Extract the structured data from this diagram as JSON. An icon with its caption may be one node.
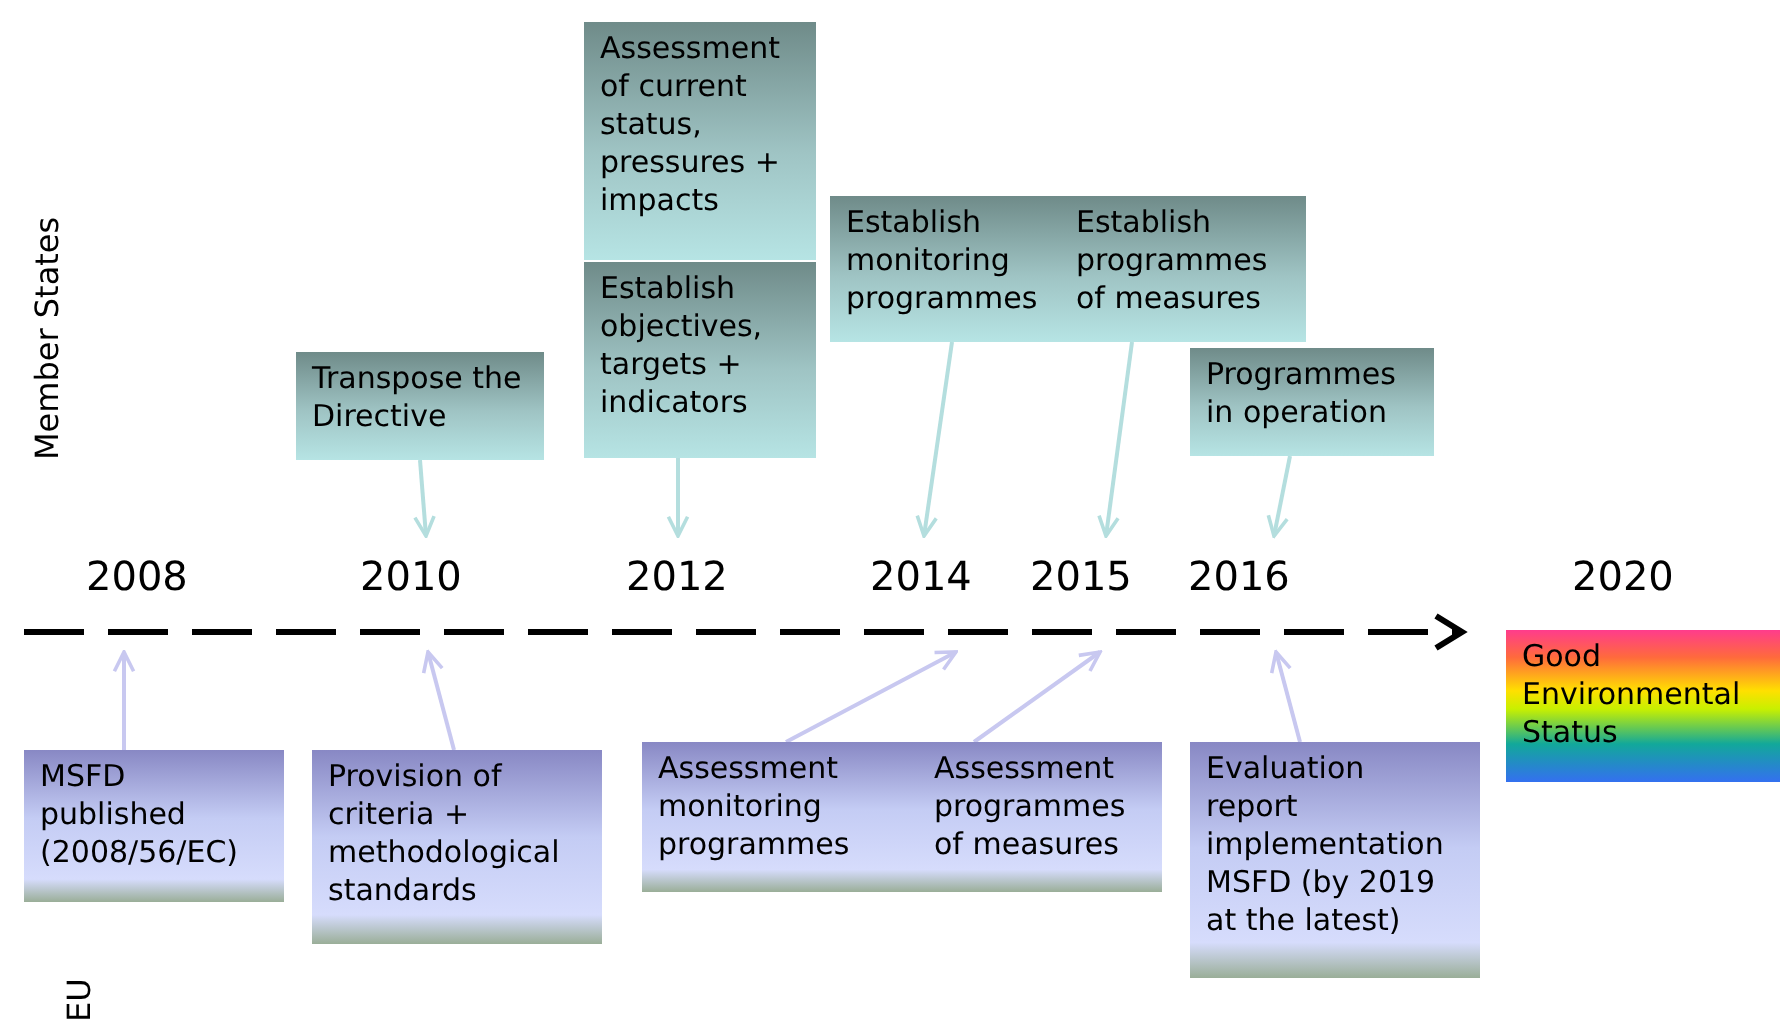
{
  "diagram": {
    "nodes": [
      {
        "text": [
          "Transpose the Directive"
        ]
      },
      {
        "text": [
          "Assessment of current status, pressures + impacts"
        ]
      },
      {
        "text": [
          "Establish objectives, targets + indicators"
        ]
      },
      {
        "text": [
          "Establish monitoring programmes"
        ]
      },
      {
        "text": [
          "Establish programmes of measures"
        ]
      },
      {
        "text": [
          "Programmes in operation"
        ]
      },
      {
        "text": [
          "2008"
        ]
      },
      {
        "text": [
          "2010"
        ]
      },
      {
        "text": [
          "2012"
        ]
      },
      {
        "text": [
          "2014"
        ]
      },
      {
        "text": [
          "2015"
        ]
      },
      {
        "text": [
          "2016"
        ]
      },
      {
        "text": [
          "2020"
        ]
      },
      {
        "text": [],
        "shape": "arrow"
      },
      {
        "text": [
          "Good Environmental Status"
        ]
      },
      {
        "text": [
          "MSFD published (2008/56/EC)"
        ]
      },
      {
        "text": [
          "Provision of criteria + methodological standards"
        ]
      },
      {
        "text": [
          "Assessment monitoring programmes"
        ]
      },
      {
        "text": [
          "Assessment programmes of measures"
        ]
      },
      {
        "text": [
          "Evaluation report implementation MSFD (by 2019 at the latest)"
        ]
      }
    ],
    "edges": [
      {
        "from": 0,
        "to": 7,
        "arrow": "to",
        "color": "#b4dede"
      },
      {
        "from": 2,
        "to": 8,
        "arrow": "to",
        "color": "#b4dede"
      },
      {
        "from": 3,
        "to": 9,
        "arrow": "to",
        "color": "#b4dede"
      },
      {
        "from": 4,
        "to": 10,
        "arrow": "to",
        "color": "#b4dede"
      },
      {
        "from": 5,
        "to": 11,
        "arrow": "to",
        "color": "#b4dede"
      },
      {
        "from": 15,
        "to": 13,
        "arrow": "to",
        "color": "#c8c8f0"
      },
      {
        "from": 16,
        "to": 13,
        "arrow": "to",
        "color": "#c8c8f0"
      },
      {
        "from": 17,
        "to": 13,
        "arrow": "to",
        "color": "#c8c8f0"
      },
      {
        "from": 18,
        "to": 13,
        "arrow": "to",
        "color": "#c8c8f0"
      },
      {
        "from": 19,
        "to": 13,
        "arrow": "to",
        "color": "#c8c8f0"
      }
    ],
    "labels": [
      "Member States",
      "EU"
    ]
  }
}
